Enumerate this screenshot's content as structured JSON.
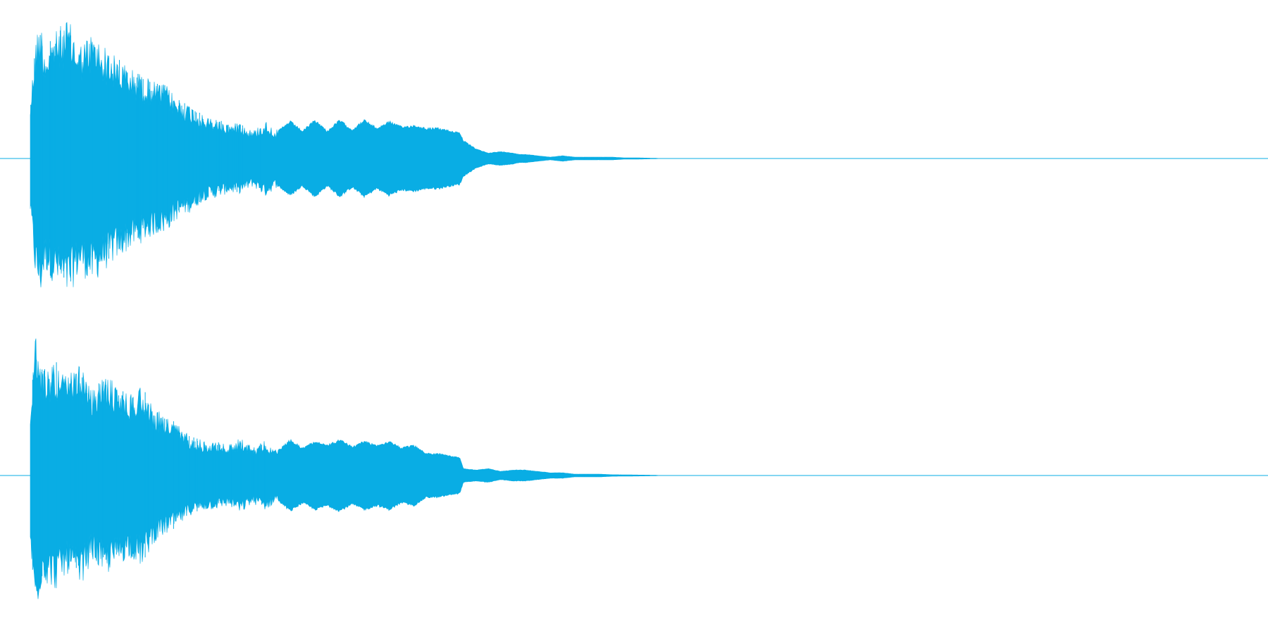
{
  "chart_data": {
    "type": "area",
    "title": "",
    "xlabel": "",
    "ylabel": "",
    "grid": false,
    "legend": "none",
    "colors": {
      "waveform": "#09ade4",
      "baseline": "#09ade4",
      "background": "#ffffff"
    },
    "x_range": [
      0,
      1
    ],
    "y_range": [
      -1,
      1
    ],
    "channels": [
      {
        "id": "left",
        "envelope": {
          "x": [
            0.0,
            0.004,
            0.008,
            0.012,
            0.02,
            0.03,
            0.04,
            0.05,
            0.06,
            0.07,
            0.08,
            0.09,
            0.1,
            0.11,
            0.12,
            0.13,
            0.14,
            0.15,
            0.16,
            0.17,
            0.18,
            0.19,
            0.2,
            0.21,
            0.22,
            0.23,
            0.24,
            0.25,
            0.26,
            0.27,
            0.28,
            0.29,
            0.3,
            0.31,
            0.32,
            0.33,
            0.34,
            0.347,
            0.35,
            0.36,
            0.37,
            0.38,
            0.39,
            0.395,
            0.4,
            0.41,
            0.42,
            0.43,
            0.44,
            0.45,
            0.46,
            0.47,
            0.48,
            0.49,
            0.5,
            0.505,
            0.51
          ],
          "amp": [
            0.4,
            0.85,
            1.0,
            0.8,
            0.9,
            1.0,
            0.82,
            0.9,
            0.8,
            0.72,
            0.65,
            0.6,
            0.55,
            0.52,
            0.42,
            0.38,
            0.3,
            0.28,
            0.25,
            0.25,
            0.2,
            0.27,
            0.2,
            0.27,
            0.2,
            0.28,
            0.2,
            0.28,
            0.21,
            0.28,
            0.22,
            0.27,
            0.23,
            0.24,
            0.22,
            0.22,
            0.2,
            0.19,
            0.13,
            0.07,
            0.04,
            0.05,
            0.04,
            0.03,
            0.03,
            0.02,
            0.01,
            0.02,
            0.01,
            0.01,
            0.01,
            0.01,
            0.005,
            0.005,
            0.003,
            0.002,
            0.0
          ]
        }
      },
      {
        "id": "right",
        "envelope": {
          "x": [
            0.0,
            0.004,
            0.01,
            0.02,
            0.03,
            0.04,
            0.05,
            0.06,
            0.07,
            0.08,
            0.09,
            0.1,
            0.11,
            0.12,
            0.13,
            0.14,
            0.15,
            0.16,
            0.17,
            0.18,
            0.19,
            0.2,
            0.21,
            0.22,
            0.23,
            0.24,
            0.25,
            0.26,
            0.27,
            0.28,
            0.29,
            0.3,
            0.31,
            0.32,
            0.33,
            0.34,
            0.347,
            0.35,
            0.36,
            0.37,
            0.38,
            0.39,
            0.4,
            0.41,
            0.42,
            0.43,
            0.44,
            0.45,
            0.46,
            0.47,
            0.48,
            0.49,
            0.5,
            0.505,
            0.51
          ],
          "amp": [
            0.5,
            1.0,
            0.75,
            0.82,
            0.7,
            0.8,
            0.6,
            0.72,
            0.65,
            0.58,
            0.65,
            0.48,
            0.42,
            0.36,
            0.28,
            0.25,
            0.24,
            0.22,
            0.27,
            0.2,
            0.25,
            0.18,
            0.26,
            0.2,
            0.25,
            0.22,
            0.26,
            0.21,
            0.25,
            0.22,
            0.25,
            0.2,
            0.22,
            0.16,
            0.16,
            0.14,
            0.13,
            0.05,
            0.04,
            0.05,
            0.03,
            0.04,
            0.04,
            0.03,
            0.02,
            0.02,
            0.01,
            0.01,
            0.01,
            0.006,
            0.005,
            0.004,
            0.003,
            0.002,
            0.0
          ]
        }
      }
    ]
  }
}
